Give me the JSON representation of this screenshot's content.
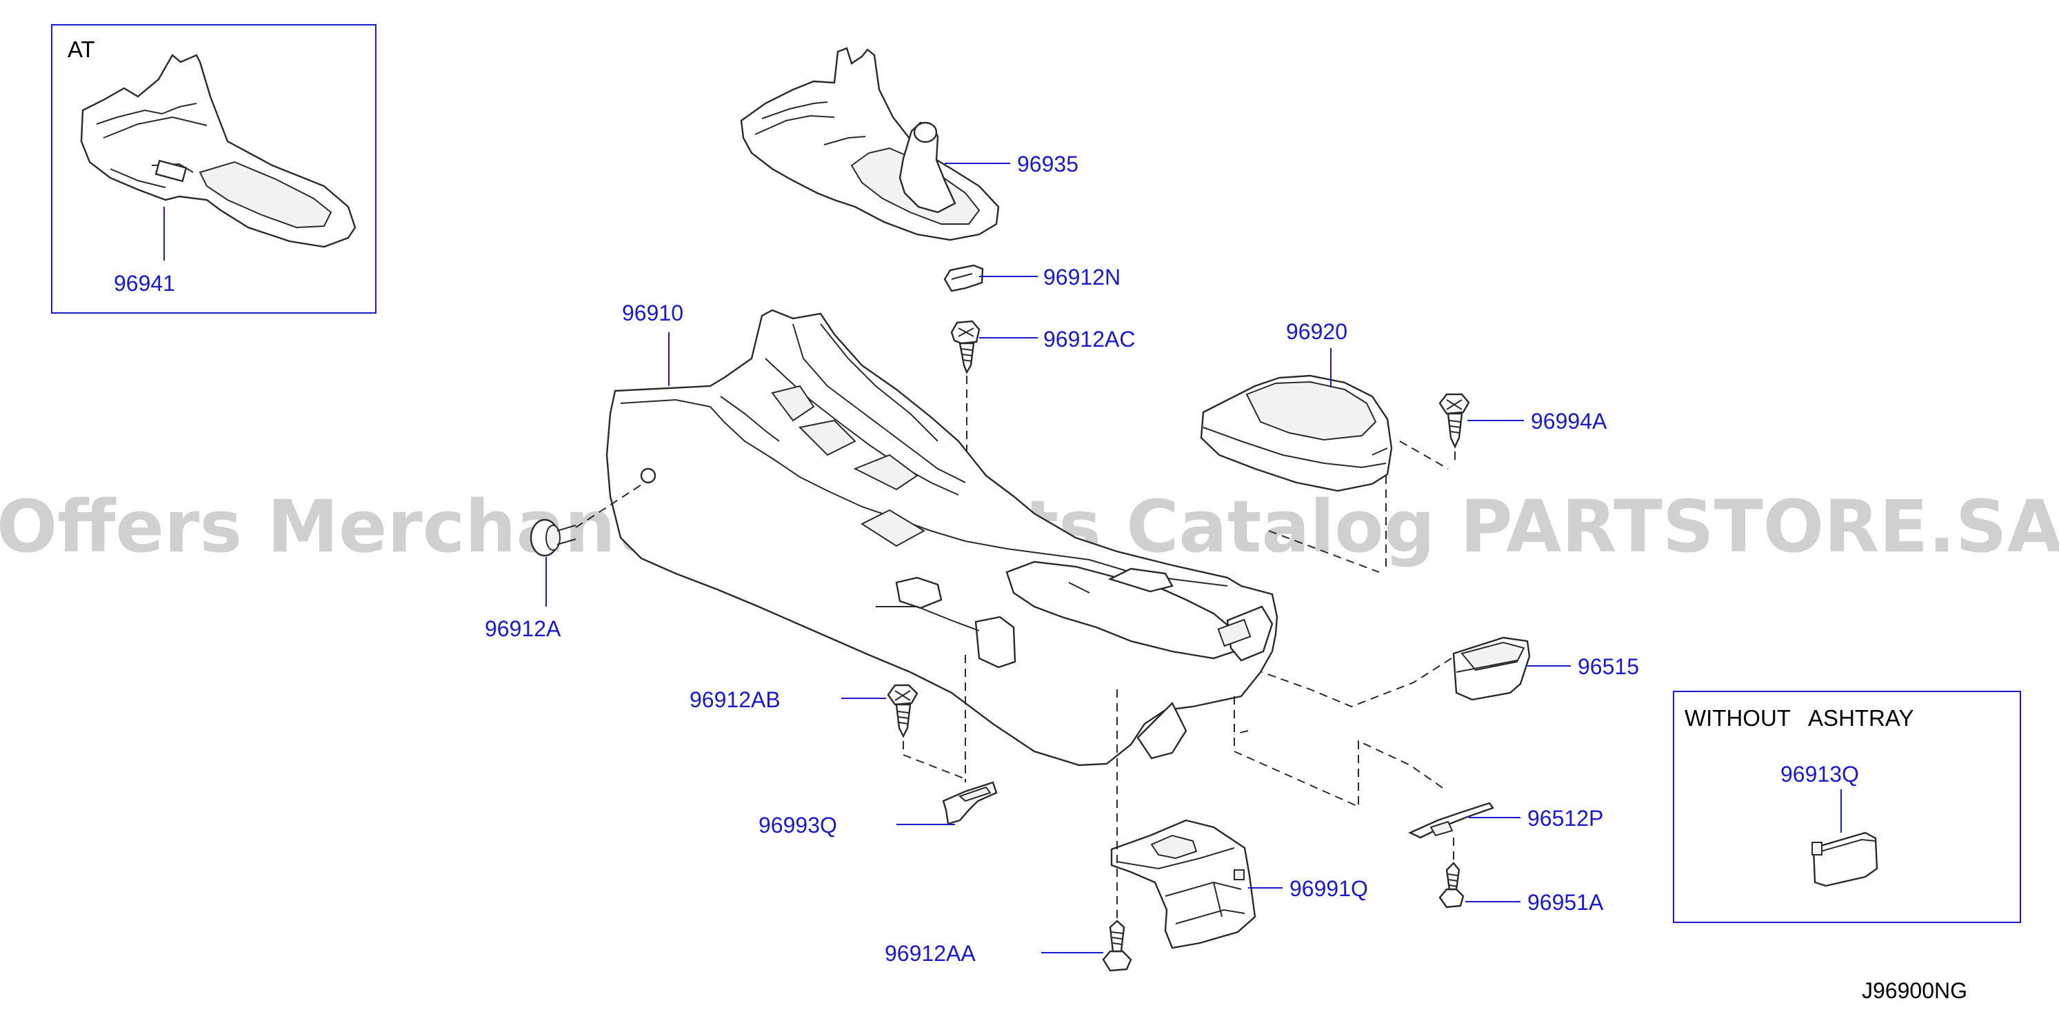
{
  "colors": {
    "label": "#1a1acc",
    "line": "#1a1acc",
    "part_stroke": "#2a2a2a",
    "box_border": "#1a1acc",
    "box_title": "#000000",
    "watermark": "#c8c8c8",
    "reference": "#000000"
  },
  "watermark": "Offers Merchant Auto Parts Catalog PARTSTORE.SA",
  "diagram_id": "J96900NG",
  "boxes": {
    "at": {
      "title": "AT",
      "part": "96941"
    },
    "without_ashtray": {
      "title": "WITHOUT   ASHTRAY",
      "part": "96913Q"
    }
  },
  "parts": {
    "p96935": "96935",
    "p96912N": "96912N",
    "p96912AC": "96912AC",
    "p96910": "96910",
    "p96920": "96920",
    "p96994A": "96994A",
    "p96912A": "96912A",
    "p96515": "96515",
    "p96912AB": "96912AB",
    "p96993Q": "96993Q",
    "p96512P": "96512P",
    "p96991Q": "96991Q",
    "p96951A": "96951A",
    "p96912AA": "96912AA"
  },
  "icons": {
    "screw": "screw-icon",
    "clip": "clip-icon"
  }
}
